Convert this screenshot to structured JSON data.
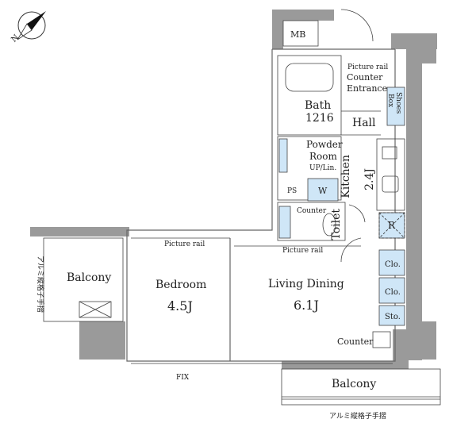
{
  "rooms": {
    "mb": "MB",
    "picture_rail_top": "Picture rail",
    "counter_top": "Counter",
    "entrance": "Entrance",
    "shoes_box_1": "Shoes",
    "shoes_box_2": "Box",
    "bath_1": "Bath",
    "bath_2": "1216",
    "hall": "Hall",
    "powder_1": "Powder",
    "powder_2": "Room",
    "powder_3": "UP/Lin.",
    "w": "W",
    "ps": "PS",
    "kitchen": "Kitchen",
    "kitchen_size": "2.4J",
    "counter_toilet": "Counter",
    "toilet": "Toilet",
    "r": "R",
    "picture_rail_bedroom": "Picture rail",
    "picture_rail_living": "Picture rail",
    "clo_1": "Clo.",
    "clo_2": "Clo.",
    "sto": "Sto.",
    "balcony_left": "Balcony",
    "rail_left": "アルミ縦格子手摺",
    "bedroom": "Bedroom",
    "bedroom_size": "4.5J",
    "living": "Living Dining",
    "living_size": "6.1J",
    "counter_living": "Counter",
    "fix": "FIX",
    "balcony_bottom": "Balcony",
    "rail_bottom": "アルミ縦格子手摺",
    "north": "N"
  }
}
